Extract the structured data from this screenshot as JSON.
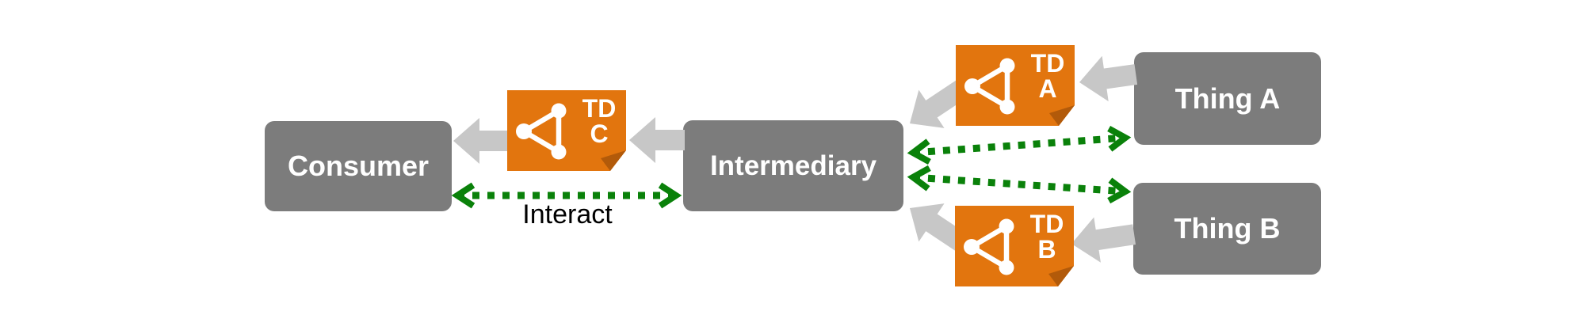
{
  "diagram": {
    "nodes": {
      "consumer": {
        "label": "Consumer"
      },
      "intermediary": {
        "label": "Intermediary"
      },
      "thing_a": {
        "label": "Thing A"
      },
      "thing_b": {
        "label": "Thing B"
      }
    },
    "badges": {
      "td_c": {
        "prefix": "TD",
        "letter": "C"
      },
      "td_a": {
        "prefix": "TD",
        "letter": "A"
      },
      "td_b": {
        "prefix": "TD",
        "letter": "B"
      }
    },
    "labels": {
      "interact": "Interact"
    },
    "icons": {
      "badge": "td-document-icon",
      "badge_glyph": "node-graph-icon",
      "gray_connector": "fat-left-arrow-icon",
      "green_connector": "dotted-double-arrow-icon"
    },
    "colors": {
      "node_gray": "#7C7C7C",
      "arrow_gray": "#C7C7C7",
      "badge_orange": "#E2750E",
      "badge_fold": "#B25A0A",
      "green": "#0A810A",
      "label_black": "#000000",
      "text_white": "#FFFFFF"
    }
  }
}
